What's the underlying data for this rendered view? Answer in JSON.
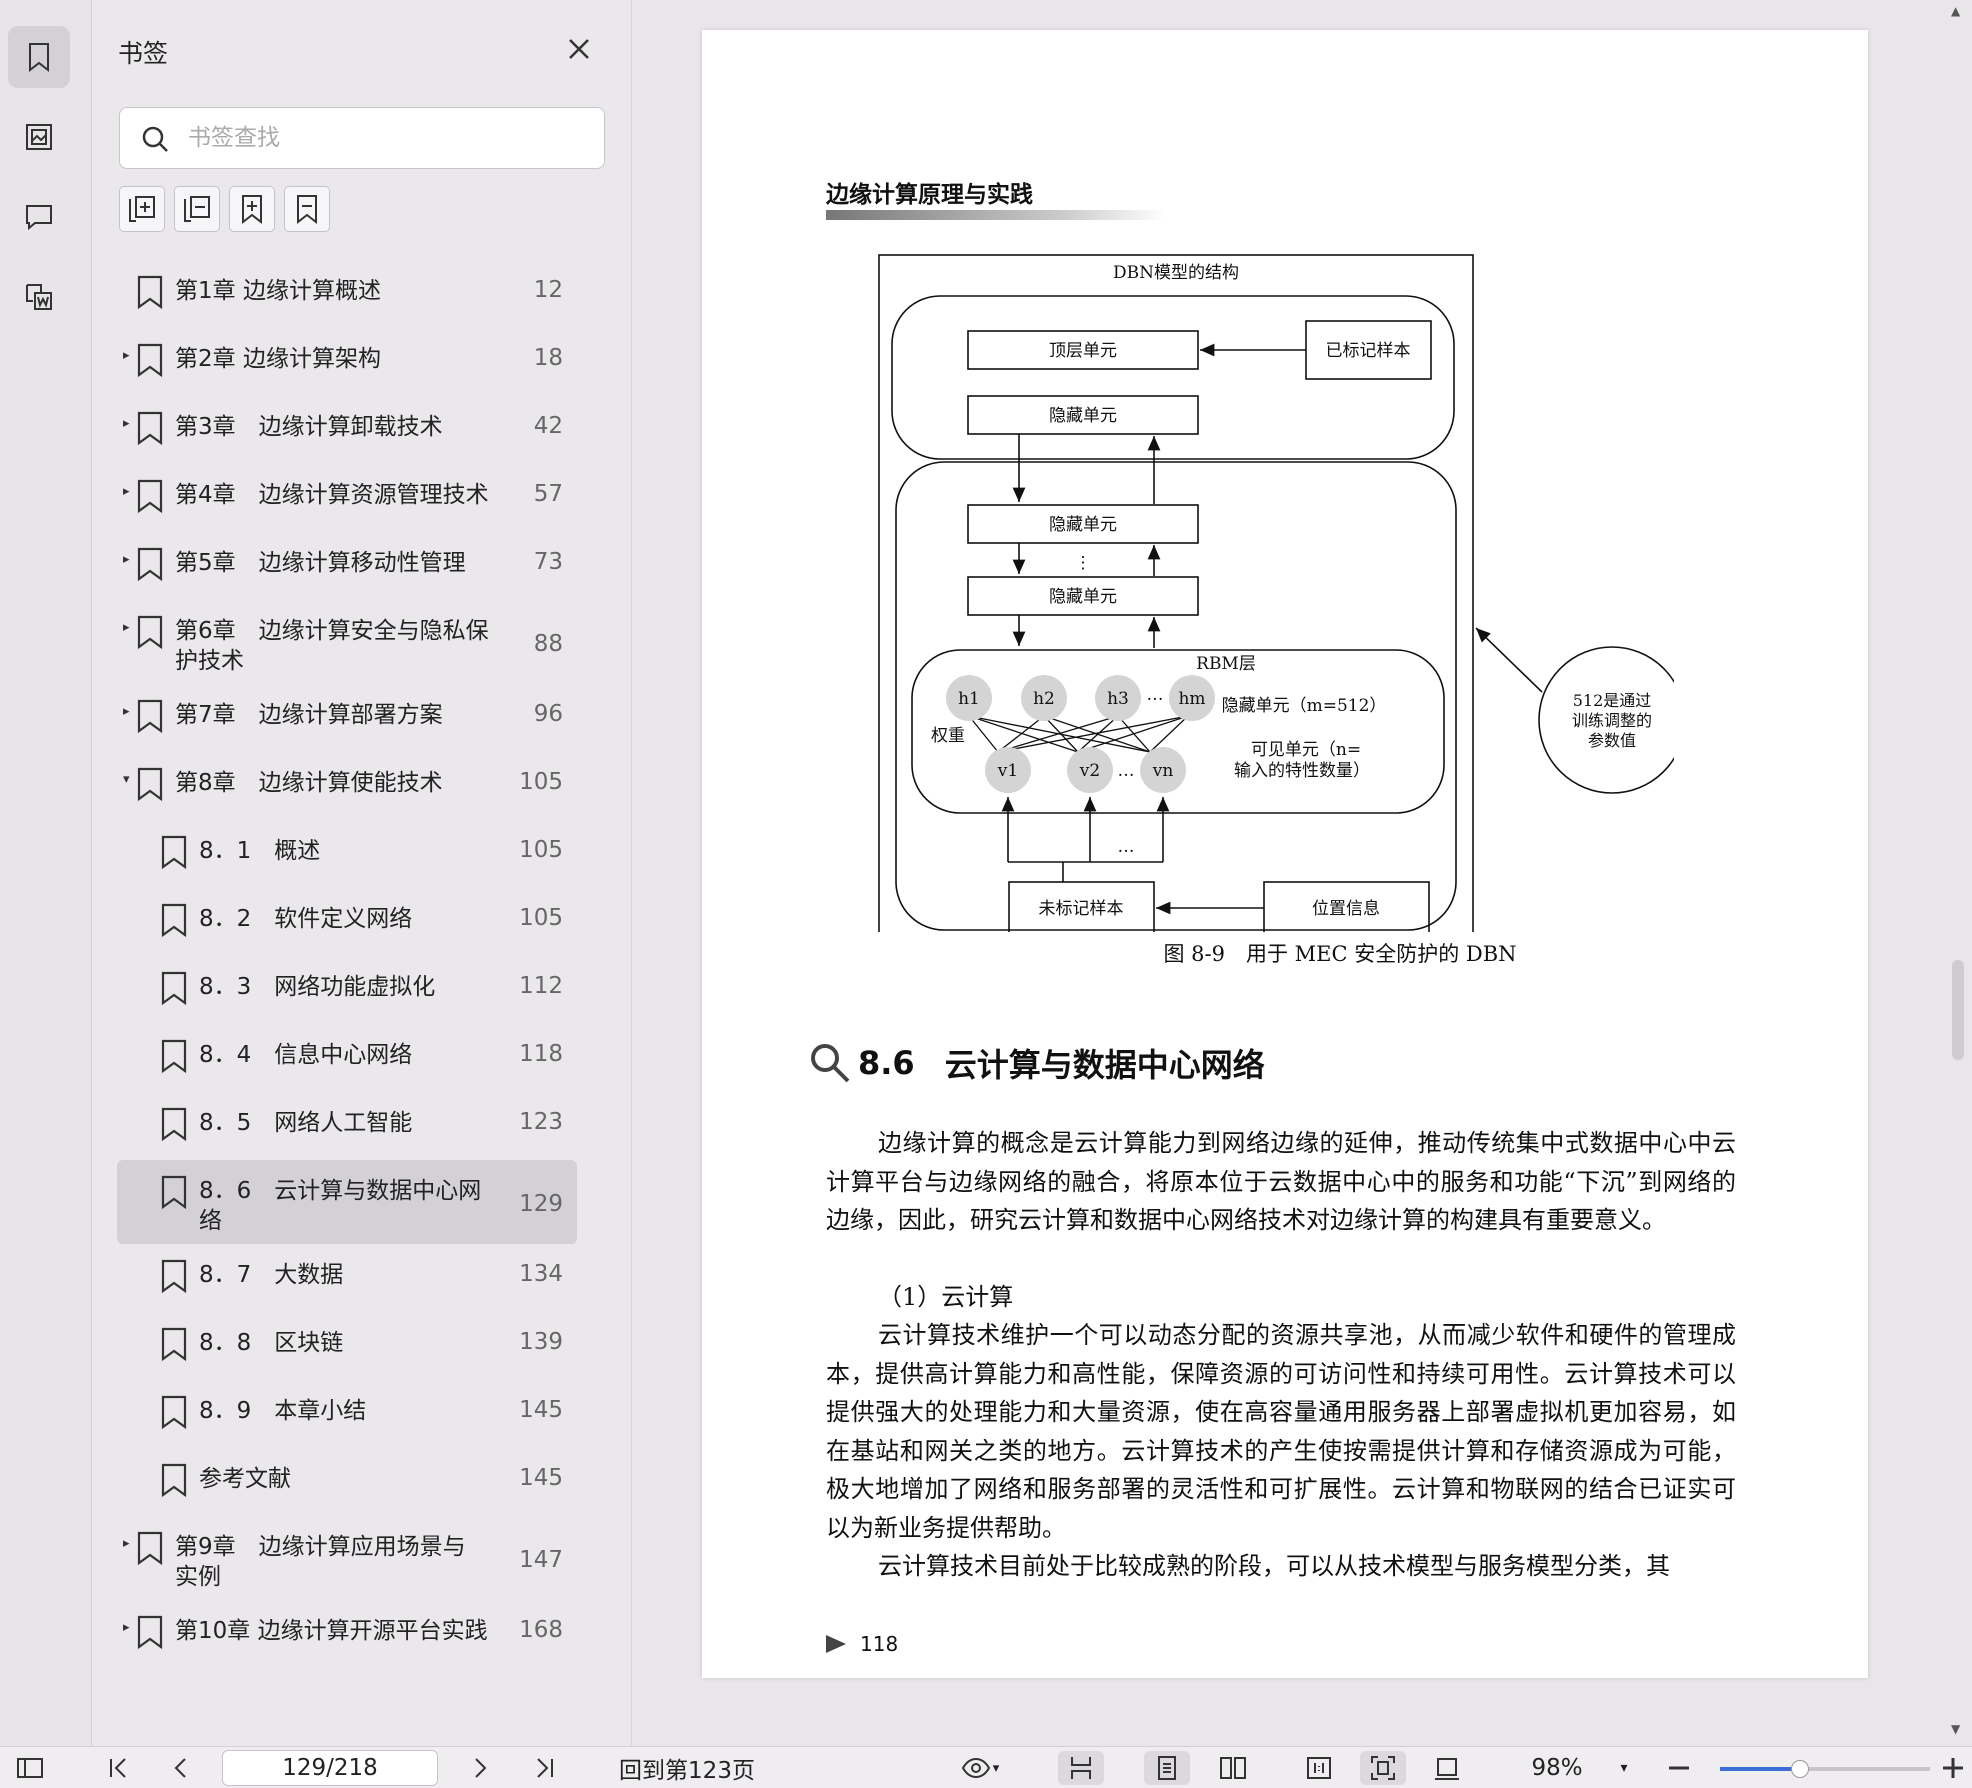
{
  "panel": {
    "title": "书签",
    "search_placeholder": "书签查找"
  },
  "bookmarks": [
    {
      "label": "第1章 边缘计算概述",
      "page": "12",
      "level": 0,
      "arrow": ""
    },
    {
      "label": "第2章 边缘计算架构",
      "page": "18",
      "level": 0,
      "arrow": "▸"
    },
    {
      "label": "第3章　边缘计算卸载技术",
      "page": "42",
      "level": 0,
      "arrow": "▸"
    },
    {
      "label": "第4章　边缘计算资源管理技术",
      "page": "57",
      "level": 0,
      "arrow": "▸"
    },
    {
      "label": "第5章　边缘计算移动性管理",
      "page": "73",
      "level": 0,
      "arrow": "▸"
    },
    {
      "label": "第6章　边缘计算安全与隐私保",
      "label2": "护技术",
      "page": "88",
      "level": 0,
      "arrow": "▸"
    },
    {
      "label": "第7章　边缘计算部署方案",
      "page": "96",
      "level": 0,
      "arrow": "▸"
    },
    {
      "label": "第8章　边缘计算使能技术",
      "page": "105",
      "level": 0,
      "arrow": "▾"
    },
    {
      "label": "8．1　概述",
      "page": "105",
      "level": 1,
      "arrow": ""
    },
    {
      "label": "8．2　软件定义网络",
      "page": "105",
      "level": 1,
      "arrow": ""
    },
    {
      "label": "8．3　网络功能虚拟化",
      "page": "112",
      "level": 1,
      "arrow": ""
    },
    {
      "label": "8．4　信息中心网络",
      "page": "118",
      "level": 1,
      "arrow": ""
    },
    {
      "label": "8．5　网络人工智能",
      "page": "123",
      "level": 1,
      "arrow": ""
    },
    {
      "label": "8．6　云计算与数据中心网",
      "label2": "络",
      "page": "129",
      "level": 1,
      "arrow": "",
      "selected": true
    },
    {
      "label": "8．7　大数据",
      "page": "134",
      "level": 1,
      "arrow": ""
    },
    {
      "label": "8．8　区块链",
      "page": "139",
      "level": 1,
      "arrow": ""
    },
    {
      "label": "8．9　本章小结",
      "page": "145",
      "level": 1,
      "arrow": ""
    },
    {
      "label": "参考文献",
      "page": "145",
      "level": 1,
      "arrow": ""
    },
    {
      "label": "第9章　边缘计算应用场景与",
      "label2": "实例",
      "page": "147",
      "level": 0,
      "arrow": "▸"
    },
    {
      "label": "第10章 边缘计算开源平台实践",
      "page": "168",
      "level": 0,
      "arrow": "▸"
    }
  ],
  "document": {
    "running_head": "边缘计算原理与实践",
    "figure": {
      "title": "DBN模型的结构",
      "top_unit": "顶层单元",
      "labeled_sample": "已标记样本",
      "hidden_unit": "隐藏单元",
      "dots": "⋮",
      "rbm_layer": "RBM层",
      "hidden_nodes": [
        "h1",
        "h2",
        "h3",
        "hm"
      ],
      "visible_nodes": [
        "v1",
        "v2",
        "vn"
      ],
      "ellipsis": "…",
      "weight": "权重",
      "hidden_desc": "隐藏单元（m=512）",
      "visible_desc_1": "可见单元（n=",
      "visible_desc_2": "输入的特性数量）",
      "unlabeled_sample": "未标记样本",
      "position_info": "位置信息",
      "note_1": "512是通过",
      "note_2": "训练调整的",
      "note_3": "参数值"
    },
    "figure_caption": "图 8-9　用于 MEC 安全防护的 DBN",
    "section_number": "8.6",
    "section_title": "云计算与数据中心网络",
    "paragraphs": [
      "边缘计算的概念是云计算能力到网络边缘的延伸，推动传统集中式数据中心中云计算平台与边缘网络的融合，将原本位于云数据中心中的服务和功能“下沉”到网络的边缘，因此，研究云计算和数据中心网络技术对边缘计算的构建具有重要意义。",
      "（1）云计算",
      "云计算技术维护一个可以动态分配的资源共享池，从而减少软件和硬件的管理成本，提供高计算能力和高性能，保障资源的可访问性和持续可用性。云计算技术可以提供强大的处理能力和大量资源，使在高容量通用服务器上部署虚拟机更加容易，如在基站和网关之类的地方。云计算技术的产生使按需提供计算和存储资源成为可能，极大地增加了网络和服务部署的灵活性和可扩展性。云计算和物联网的结合已证实可以为新业务提供帮助。",
      "云计算技术目前处于比较成熟的阶段，可以从技术模型与服务模型分类，其"
    ],
    "page_number": "118"
  },
  "statusbar": {
    "page_indicator": "129/218",
    "back_to_page": "回到第123页",
    "zoom": "98%",
    "zoom_fraction": 0.38
  }
}
